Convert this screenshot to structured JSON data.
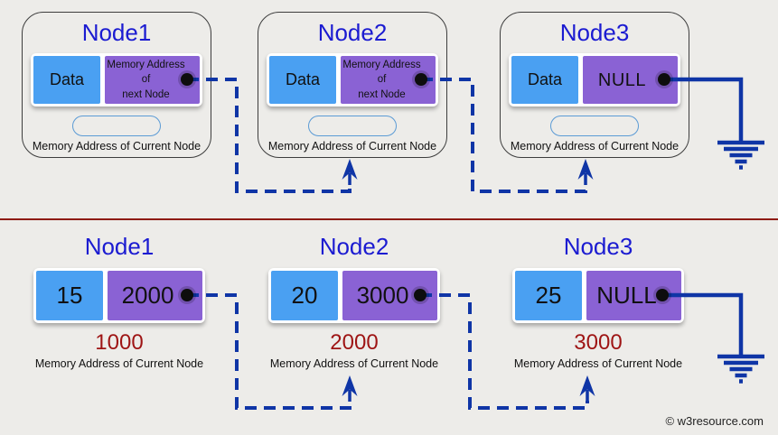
{
  "colors": {
    "background": "#edece9",
    "cell_blue": "#4aa0f2",
    "cell_purple": "#8a62d4",
    "title_blue": "#1b1bd1",
    "wire_blue": "#0f35a6",
    "accent_red": "#9e1414",
    "separator_red": "#8e1b12",
    "node_border": "#3d3d3d",
    "pill_stroke": "#5b9bd5",
    "text_color": "#111111"
  },
  "top_row": {
    "nodes": [
      {
        "title": "Node1",
        "data_label": "Data",
        "next_label": "Memory Address\nof\nnext Node",
        "footer_label": "Memory Address of Current Node"
      },
      {
        "title": "Node2",
        "data_label": "Data",
        "next_label": "Memory Address\nof\nnext Node",
        "footer_label": "Memory Address of Current Node"
      },
      {
        "title": "Node3",
        "data_label": "Data",
        "next_label": "NULL",
        "footer_label": "Memory Address of Current Node"
      }
    ]
  },
  "bottom_row": {
    "nodes": [
      {
        "title": "Node1",
        "data_value": "15",
        "next_value": "2000",
        "address": "1000",
        "footer_label": "Memory Address of Current Node"
      },
      {
        "title": "Node2",
        "data_value": "20",
        "next_value": "3000",
        "address": "2000",
        "footer_label": "Memory Address of Current Node"
      },
      {
        "title": "Node3",
        "data_value": "25",
        "next_value": "NULL",
        "address": "3000",
        "footer_label": "Memory Address of Current Node"
      }
    ]
  },
  "footer": {
    "copyright": "© w3resource.com"
  }
}
